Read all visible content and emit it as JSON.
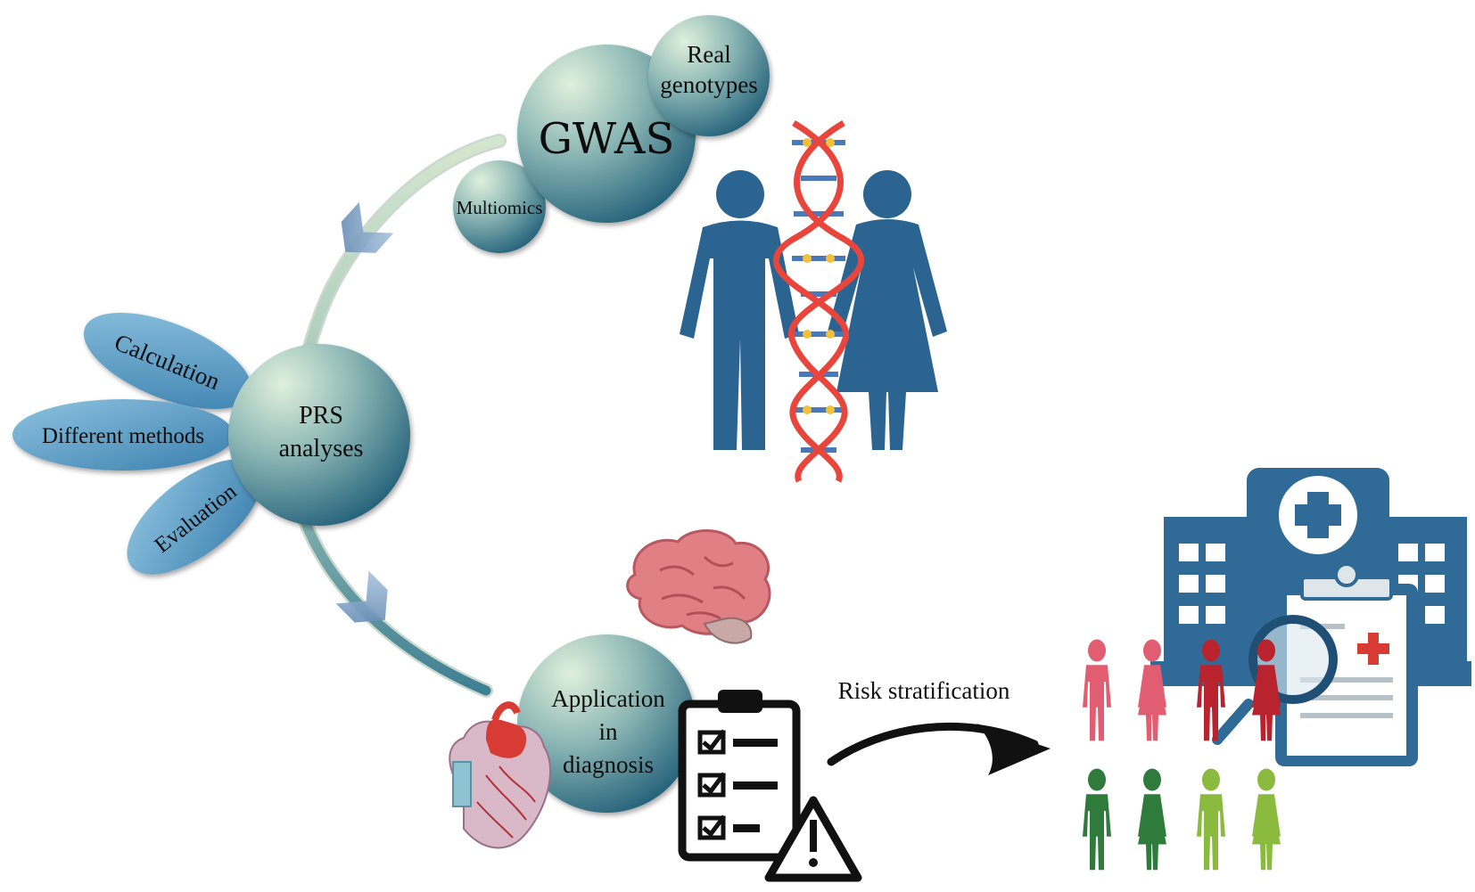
{
  "nodes": {
    "gwas": "GWAS",
    "real_genotypes_line1": "Real",
    "real_genotypes_line2": "genotypes",
    "multiomics": "Multiomics",
    "prs_line1": "PRS",
    "prs_line2": "analyses",
    "calculation": "Calculation",
    "different_methods": "Different methods",
    "evaluation": "Evaluation",
    "application_line1": "Application",
    "application_line2": "in",
    "application_line3": "diagnosis"
  },
  "arrow_label": "Risk stratification",
  "icons": [
    "couple-icon",
    "dna-helix-icon",
    "brain-icon",
    "heart-icon",
    "checklist-clipboard-icon",
    "warning-triangle-icon",
    "hospital-icon",
    "medical-report-clipboard-icon",
    "magnifier-icon",
    "people-group-icon"
  ],
  "colors": {
    "bubble_light": "#d8ecd6",
    "bubble_dark": "#2b6a80",
    "petal": "#5a9fc6",
    "arc_light": "#c8dcc0",
    "arc_dark": "#4d8a98",
    "person_blue": "#2b6490",
    "dna_red": "#e8453c",
    "dna_blue": "#4a78b8",
    "dna_yellow": "#f3c03a",
    "hospital_blue": "#2f6b96",
    "people_pink": "#e05d72",
    "people_red": "#b8232e",
    "people_dark_green": "#2e7b3c",
    "people_light_green": "#8abb3e"
  }
}
